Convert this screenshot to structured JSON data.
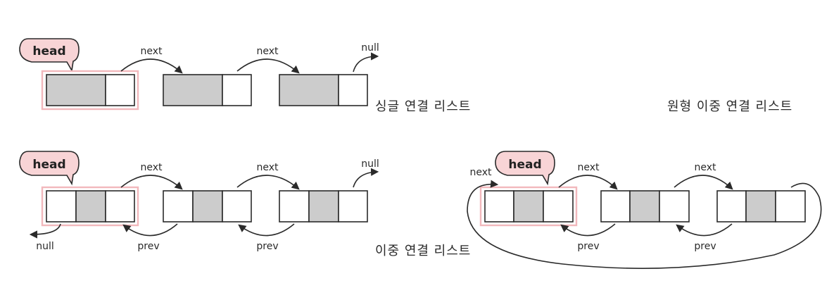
{
  "colors": {
    "node_fill_data": "#cccccc",
    "node_fill_pointer": "#ffffff",
    "head_bubble_fill": "#f8d4d6",
    "head_highlight": "#f2b8bc",
    "ink": "#2a2a2a"
  },
  "singly": {
    "title": "싱글 연결 리스트",
    "head_label": "head",
    "next_labels": [
      "next",
      "next"
    ],
    "tail_label": "null"
  },
  "doubly": {
    "title": "이중 연결 리스트",
    "head_label": "head",
    "next_labels": [
      "next",
      "next"
    ],
    "prev_labels": [
      "prev",
      "prev"
    ],
    "tail_next_label": "null",
    "head_prev_label": "null"
  },
  "circular": {
    "title": "원형 이중 연결 리스트",
    "head_label": "head",
    "next_labels": [
      "next",
      "next"
    ],
    "prev_labels": [
      "prev",
      "prev"
    ],
    "wrap_label": "next"
  }
}
